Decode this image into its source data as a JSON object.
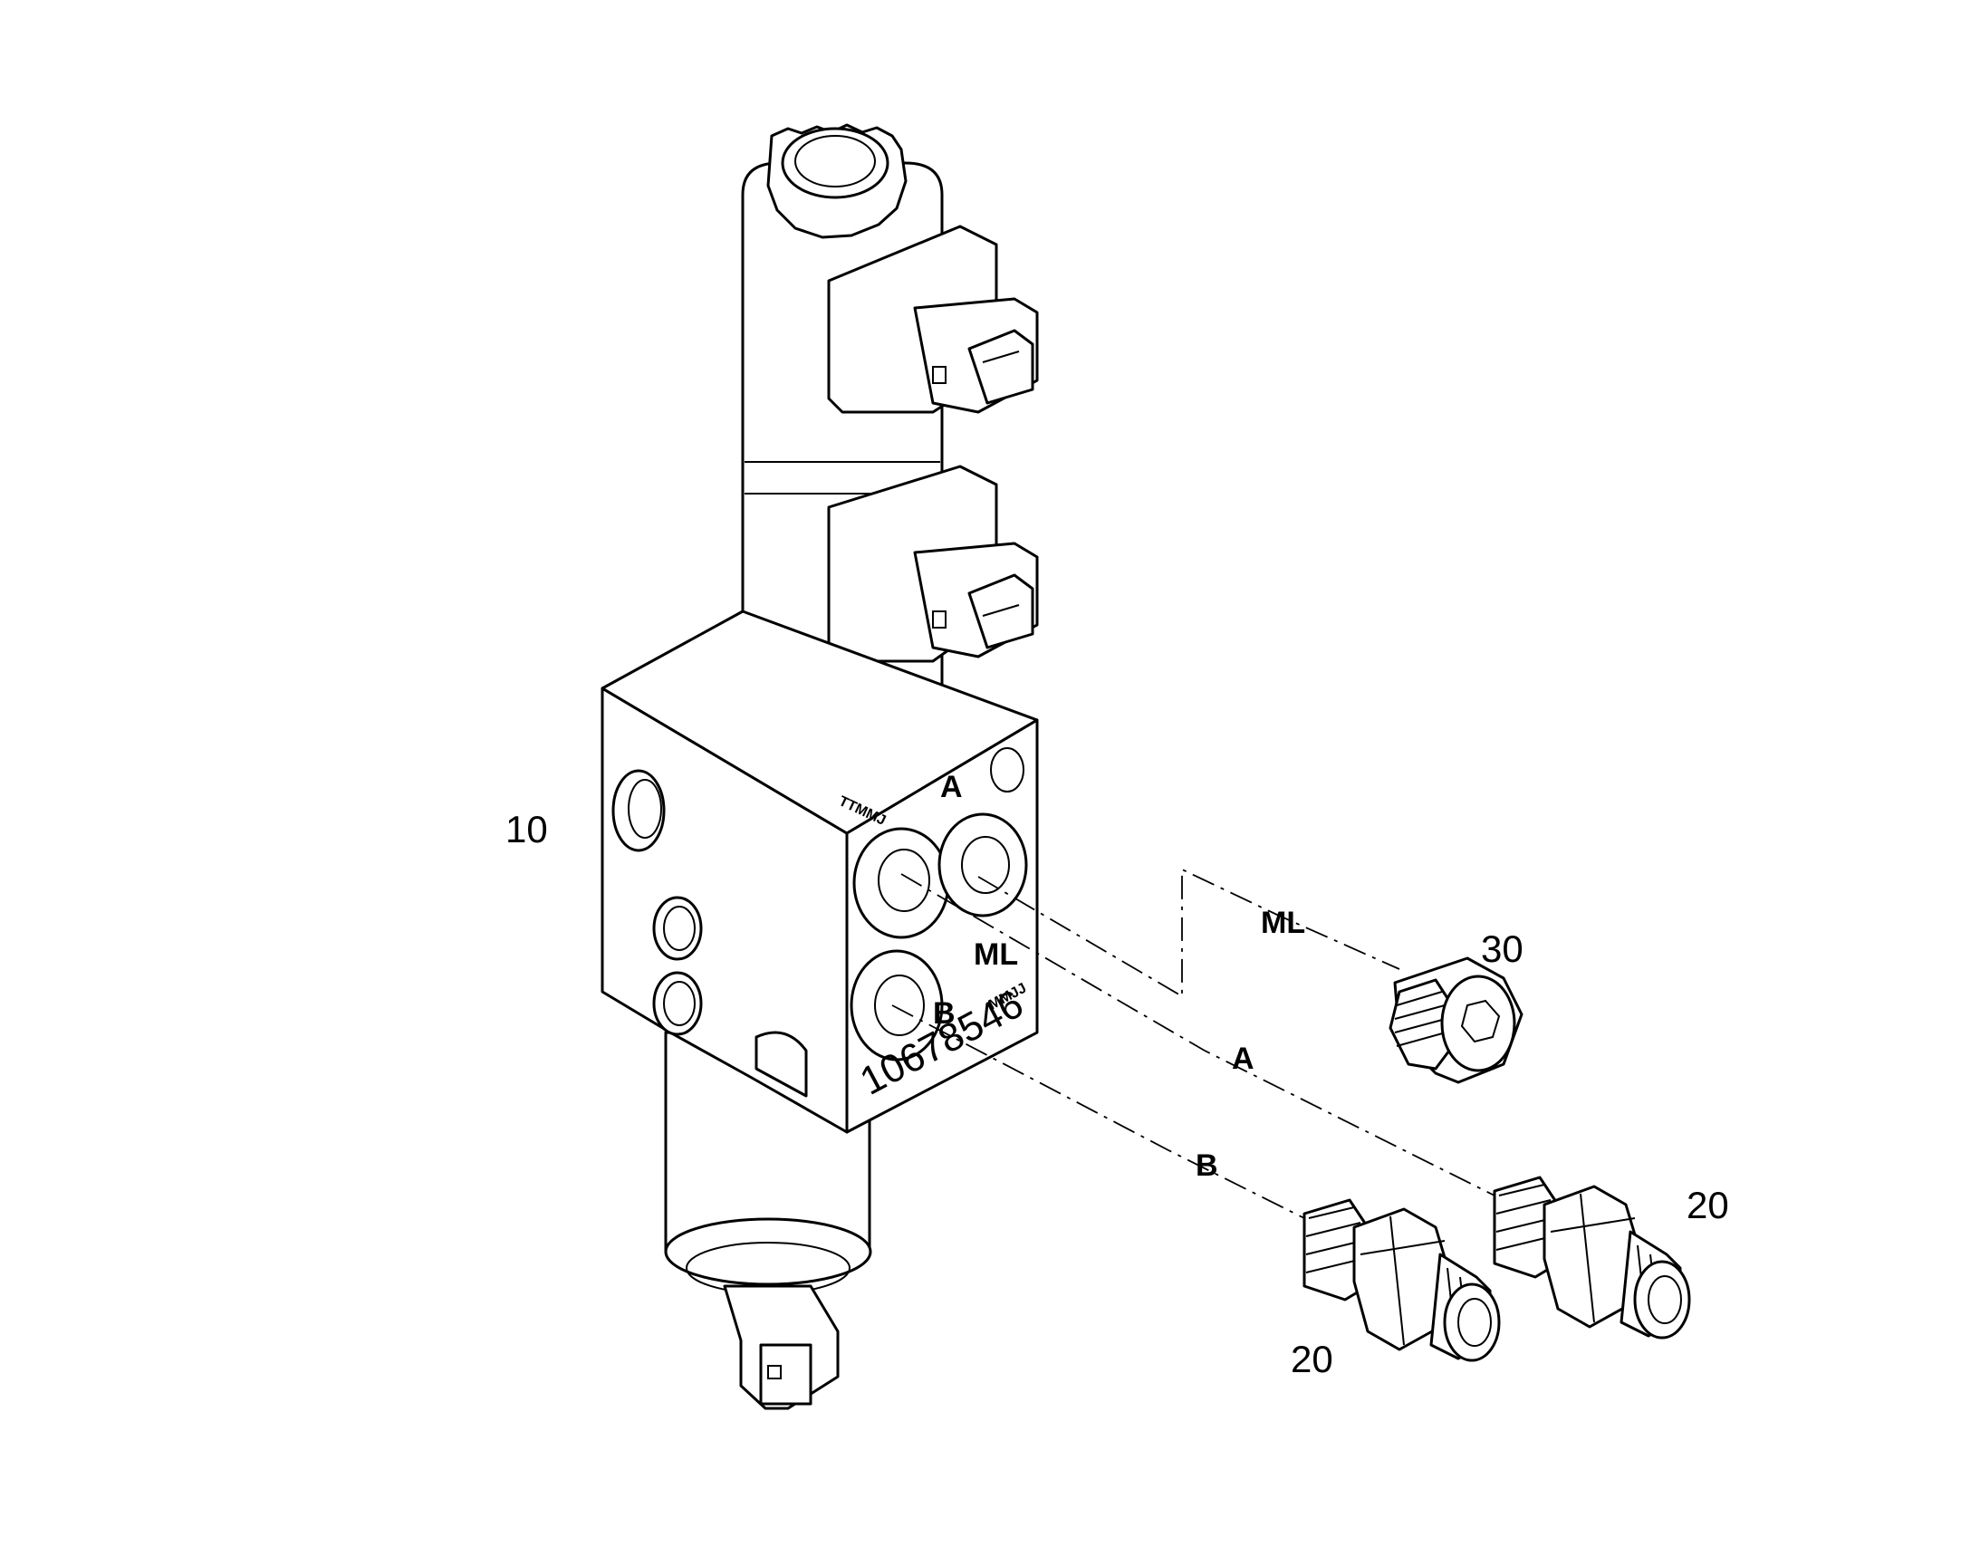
{
  "diagram": {
    "callouts": [
      {
        "id": "valve",
        "text": "10"
      },
      {
        "id": "plug",
        "text": "30"
      },
      {
        "id": "fitting_a",
        "text": "20"
      },
      {
        "id": "fitting_b",
        "text": "20"
      }
    ],
    "port_lines": [
      {
        "id": "ml",
        "text": "ML"
      },
      {
        "id": "a",
        "text": "A"
      },
      {
        "id": "b",
        "text": "B"
      }
    ],
    "block_markings": {
      "port_a": "A",
      "port_ml": "ML",
      "port_b": "B",
      "part_number": "10678546",
      "top_mark": "TTMMJ",
      "side_mark": "MMJJ"
    }
  }
}
